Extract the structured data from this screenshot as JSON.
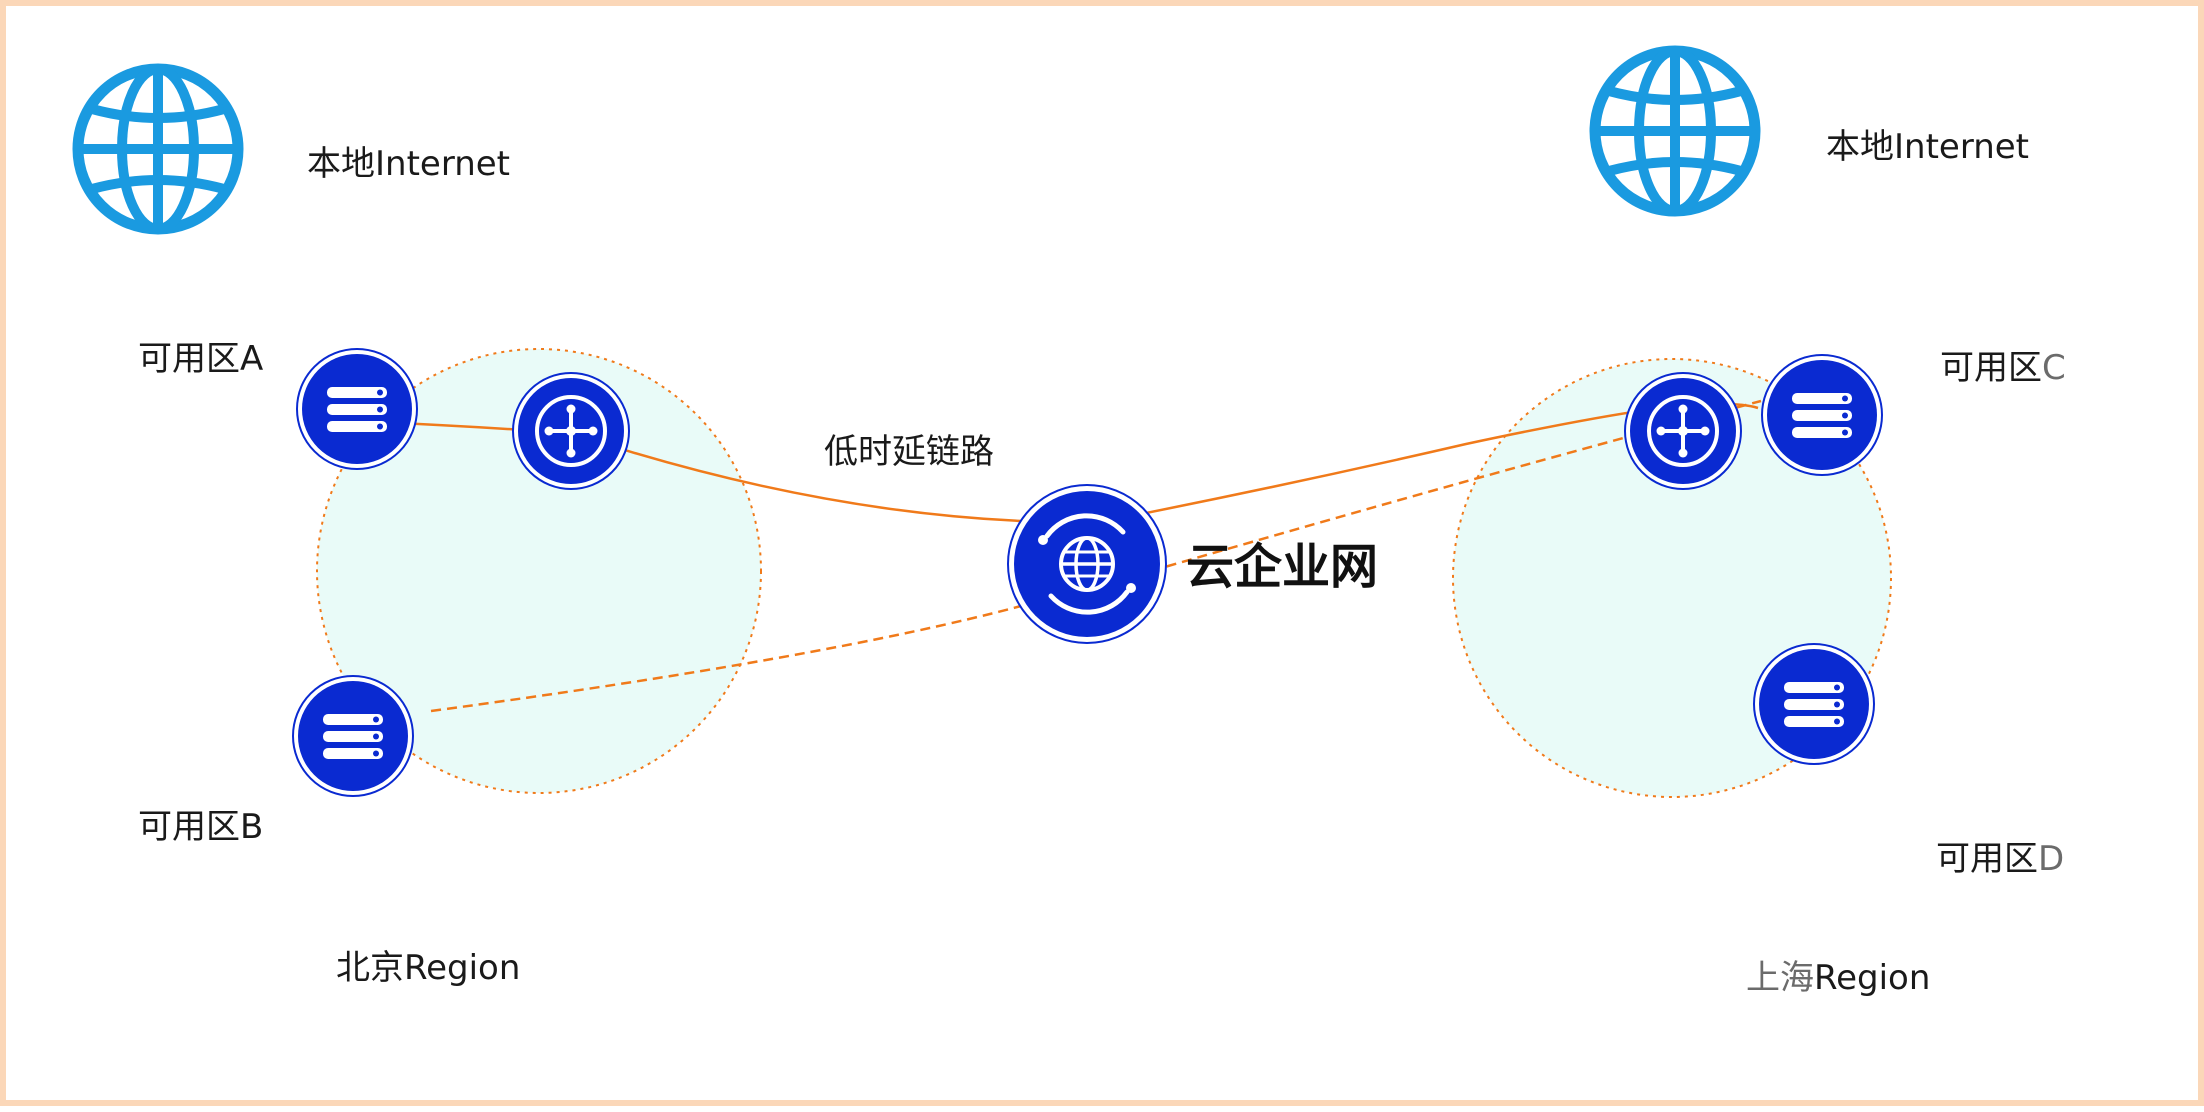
{
  "internet": {
    "left_label": "本地Internet",
    "right_label": "本地Internet"
  },
  "zones": {
    "a": "可用区A",
    "b": "可用区B",
    "c_prefix": "可用区",
    "c_letter": "C",
    "d_prefix": "可用区",
    "d_letter": "D"
  },
  "regions": {
    "beijing": "北京Region",
    "shanghai_prefix": "上海",
    "shanghai_suffix": "Region"
  },
  "link_label": "低时延链路",
  "center_label": "云企业网",
  "colors": {
    "icon_blue": "#0a2ad1",
    "globe_blue": "#1a9ae0",
    "link_orange": "#f07a1a",
    "region_fill": "#e9fbf8",
    "frame": "#fbd7b8"
  },
  "icons": {
    "globe": "globe-icon",
    "server": "server-icon",
    "router": "router-icon",
    "cen": "cloud-enterprise-network-icon"
  }
}
